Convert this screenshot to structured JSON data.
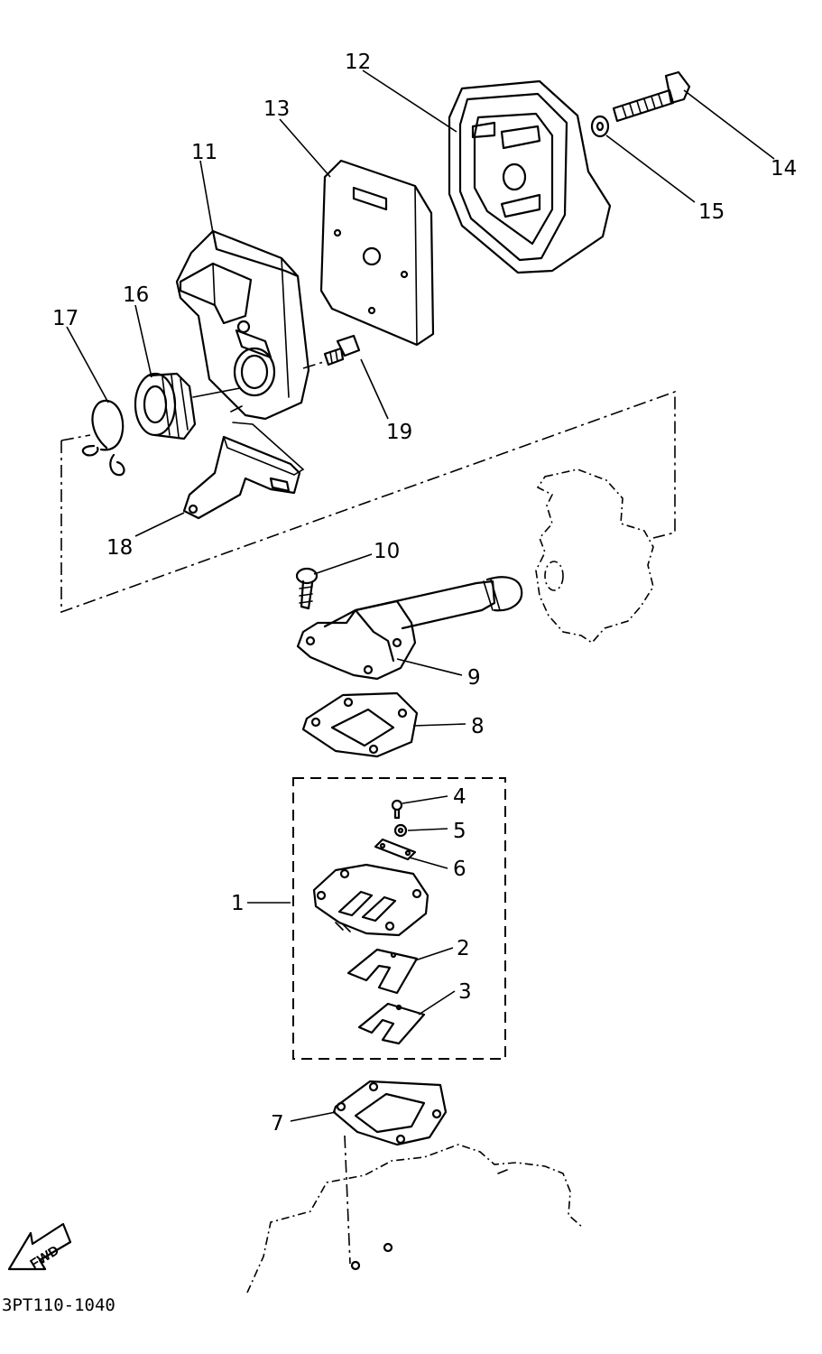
{
  "diagram": {
    "code": "3PT110-1040",
    "fwd_label": "FWD",
    "callouts": [
      "1",
      "2",
      "3",
      "4",
      "5",
      "6",
      "7",
      "8",
      "9",
      "10",
      "11",
      "12",
      "13",
      "14",
      "15",
      "16",
      "17",
      "18",
      "19"
    ]
  }
}
